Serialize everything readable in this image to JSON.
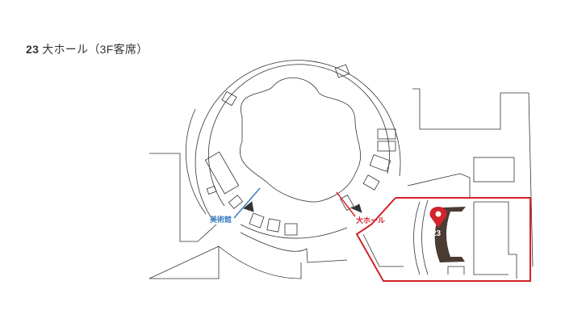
{
  "title": {
    "number": "23",
    "name": "大ホール（3F客席）"
  },
  "labels": {
    "museum": "美術館",
    "great_hall": "大ホール"
  },
  "pin": {
    "number": "23",
    "icon": "map-pin-icon"
  },
  "colors": {
    "highlight": "#d2232a",
    "museum": "#3a7dc1",
    "seating": "#4a3c33",
    "walls": "#333333"
  }
}
